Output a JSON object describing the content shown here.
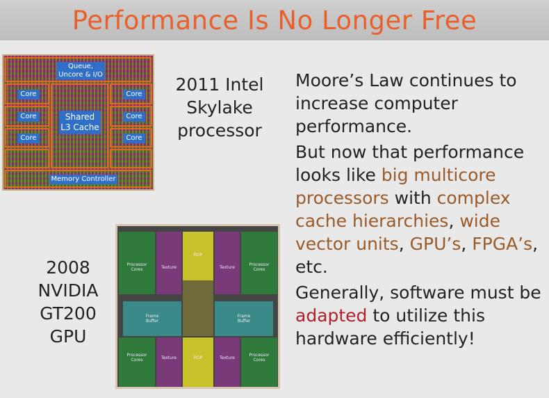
{
  "slide": {
    "title": "Performance Is No Longer Free",
    "title_color": "#e8602c"
  },
  "intel": {
    "caption_lines": [
      "2011 Intel",
      "Skylake",
      "processor"
    ],
    "labels": {
      "queue": "Queue, Uncore & I/O",
      "core": "Core",
      "shared_l3_line1": "Shared",
      "shared_l3_line2": "L3 Cache",
      "memory_controller": "Memory Controller"
    }
  },
  "nvidia": {
    "caption_lines": [
      "2008",
      "NVIDIA",
      "GT200",
      "GPU"
    ],
    "labels": {
      "processor_cores": "Processor Cores",
      "texture": "Texture",
      "rop": "ROP",
      "frame_buffer": "Frame Buffer"
    }
  },
  "body": {
    "p1": "Moore’s Law continues to increase computer performance.",
    "p2_start": "But now that performance looks like ",
    "p2_h1": "big multicore processors",
    "p2_mid1": " with ",
    "p2_h2": "complex cache hierarchies",
    "p2_mid2": ", ",
    "p2_h3": "wide vector units",
    "p2_mid3": ", ",
    "p2_h4": "GPU’s",
    "p2_mid4": ", ",
    "p2_h5": "FPGA’s",
    "p2_end": ", etc.",
    "p3_start": "Generally, software must be ",
    "p3_h": "adapted",
    "p3_end": " to utilize this hardware efficiently!",
    "highlight_color": "#9a5a2a",
    "emphasis_color": "#b3202a"
  }
}
